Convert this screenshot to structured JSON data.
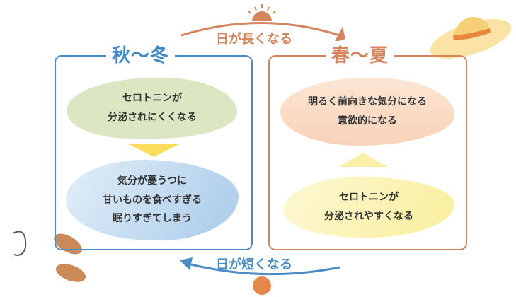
{
  "top_arrow": {
    "label": "日が長くなる",
    "color": "#d5855d"
  },
  "bottom_arrow": {
    "label": "日が短くなる",
    "color": "#4a8cc4"
  },
  "autumn_winter": {
    "title": "秋〜冬",
    "color": "#3f88c7",
    "cause": [
      "セロトニンが",
      "分泌されにくくなる"
    ],
    "effects": [
      "気分が憂うつに",
      "甘いものを食べすぎる",
      "眠りすぎてしまう"
    ]
  },
  "spring_summer": {
    "title": "春〜夏",
    "color": "#d5855d",
    "effects": [
      "明るく前向きな気分になる",
      "意欲的になる"
    ],
    "cause": [
      "セロトニンが",
      "分泌されやすくなる"
    ]
  }
}
